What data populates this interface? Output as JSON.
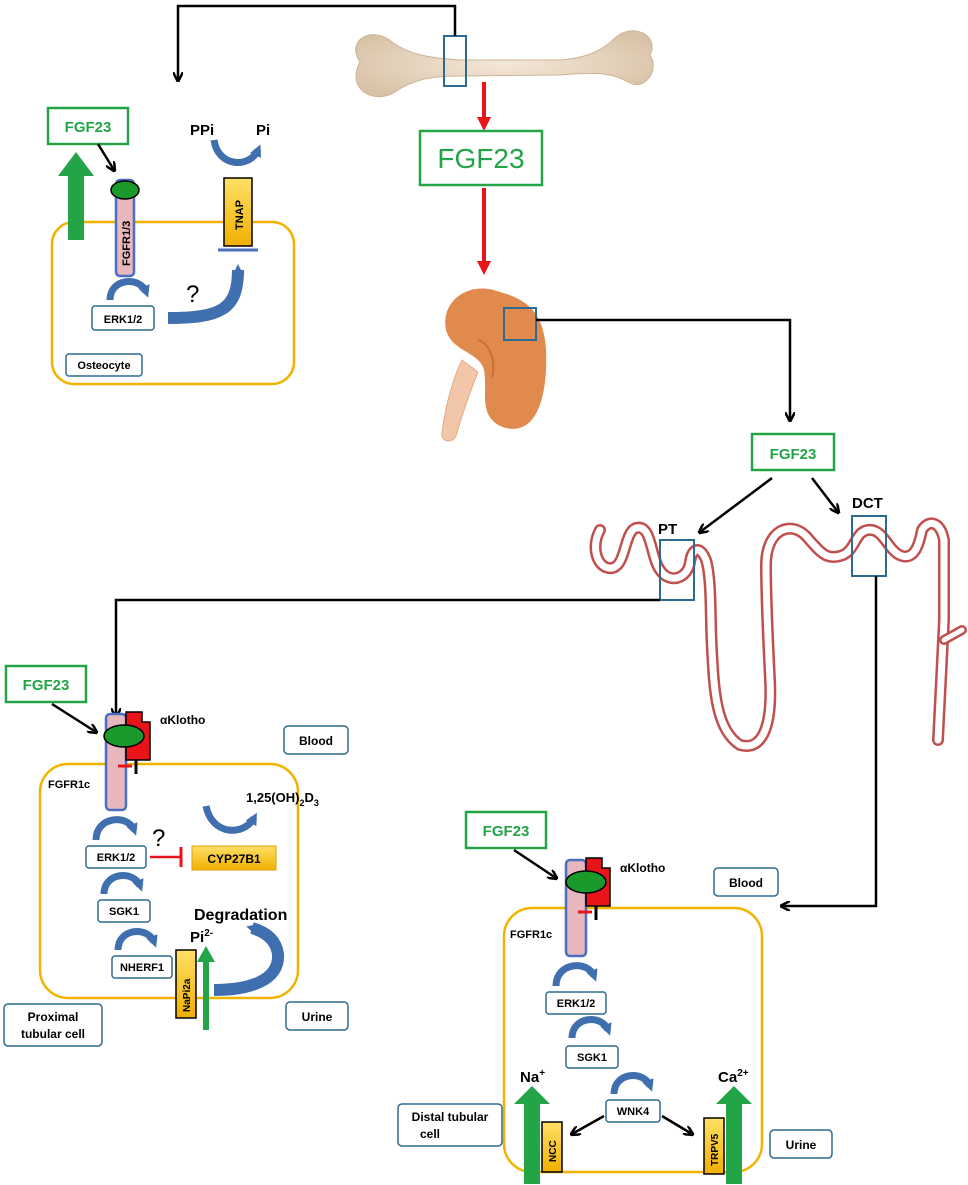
{
  "colors": {
    "fgf23_green": "#22a447",
    "cell_border": "#f0b400",
    "label_border": "#2f6a91",
    "receptor_fill": "#e8b7bd",
    "receptor_border": "#4a6fc0",
    "klotho_red": "#e8141a",
    "arrow_blue": "#3f6fae",
    "signal_red": "#e8141a",
    "tubule_red": "#c0504d",
    "transporter_yellow": "#f5c400",
    "kidney_orange": "#e08a4d",
    "bone": "#ead7c0"
  },
  "icons": [
    "bone-icon",
    "kidney-icon",
    "nephron-tubule-icon"
  ],
  "center": {
    "fgf23_main": "FGF23",
    "fgf23_kidney": "FGF23",
    "pt": "PT",
    "dct": "DCT"
  },
  "osteocyte": {
    "fgf23": "FGF23",
    "receptor": "FGFR1/3",
    "ppi": "PPi",
    "pi": "Pi",
    "tnap": "TNAP",
    "question": "?",
    "erk": "ERK1/2",
    "cell_label": "Osteocyte"
  },
  "proximal": {
    "fgf23": "FGF23",
    "klotho": "αKlotho",
    "blood": "Blood",
    "receptor": "FGFR1c",
    "vitd_prefix": "1,25(OH)",
    "vitd_sub1": "2",
    "vitd_mid": "D",
    "vitd_sub2": "3",
    "question": "?",
    "erk": "ERK1/2",
    "cyp": "CYP27B1",
    "sgk": "SGK1",
    "degradation": "Degradation",
    "pi_base": "Pi",
    "pi_sup": "2-",
    "nherf": "NHERF1",
    "napi": "NaPi2a",
    "urine": "Urine",
    "cell_label_1": "Proximal",
    "cell_label_2": "tubular cell"
  },
  "distal": {
    "fgf23": "FGF23",
    "klotho": "αKlotho",
    "blood": "Blood",
    "receptor": "FGFR1c",
    "erk": "ERK1/2",
    "sgk": "SGK1",
    "na_base": "Na",
    "na_sup": "+",
    "ca_base": "Ca",
    "ca_sup": "2+",
    "wnk": "WNK4",
    "ncc": "NCC",
    "trpv": "TRPV5",
    "urine": "Urine",
    "cell_label_1": "Distal tubular",
    "cell_label_2": "cell"
  }
}
